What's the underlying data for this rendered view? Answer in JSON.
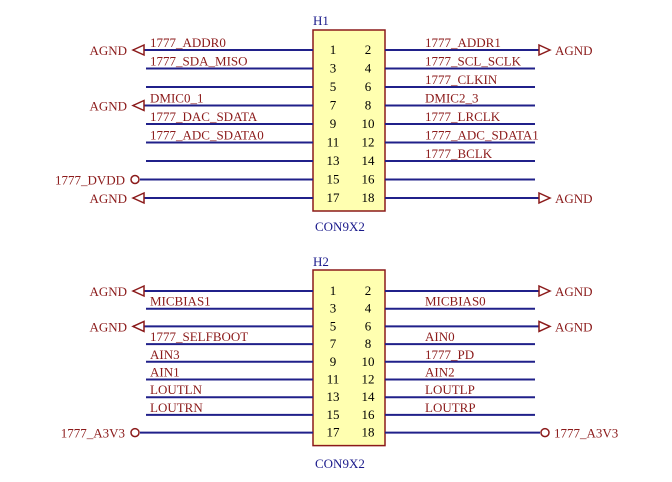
{
  "connectors": [
    {
      "ref": "H1",
      "part": "CON9X2",
      "rows": [
        {
          "lp": "1",
          "rp": "2",
          "ln": "1777_ADDR0",
          "rn": "1777_ADDR1",
          "lport": "AGND",
          "rport": "AGND"
        },
        {
          "lp": "3",
          "rp": "4",
          "ln": "1777_SDA_MISO",
          "rn": "1777_SCL_SCLK",
          "lport": "",
          "rport": ""
        },
        {
          "lp": "5",
          "rp": "6",
          "ln": "",
          "rn": "1777_CLKIN",
          "lport": "",
          "rport": ""
        },
        {
          "lp": "7",
          "rp": "8",
          "ln": "DMIC0_1",
          "rn": "DMIC2_3",
          "lport": "AGND",
          "rport": ""
        },
        {
          "lp": "9",
          "rp": "10",
          "ln": "1777_DAC_SDATA",
          "rn": "1777_LRCLK",
          "lport": "",
          "rport": ""
        },
        {
          "lp": "11",
          "rp": "12",
          "ln": "1777_ADC_SDATA0",
          "rn": "1777_ADC_SDATA1",
          "lport": "",
          "rport": ""
        },
        {
          "lp": "13",
          "rp": "14",
          "ln": "",
          "rn": "1777_BCLK",
          "lport": "",
          "rport": ""
        },
        {
          "lp": "15",
          "rp": "16",
          "ln": "",
          "rn": "",
          "lport": "1777_DVDD",
          "rport": ""
        },
        {
          "lp": "17",
          "rp": "18",
          "ln": "",
          "rn": "",
          "lport": "AGND",
          "rport": "AGND"
        }
      ]
    },
    {
      "ref": "H2",
      "part": "CON9X2",
      "rows": [
        {
          "lp": "1",
          "rp": "2",
          "ln": "",
          "rn": "",
          "lport": "AGND",
          "rport": "AGND"
        },
        {
          "lp": "3",
          "rp": "4",
          "ln": "MICBIAS1",
          "rn": "MICBIAS0",
          "lport": "",
          "rport": ""
        },
        {
          "lp": "5",
          "rp": "6",
          "ln": "",
          "rn": "",
          "lport": "AGND",
          "rport": "AGND"
        },
        {
          "lp": "7",
          "rp": "8",
          "ln": "1777_SELFBOOT",
          "rn": "AIN0",
          "lport": "",
          "rport": ""
        },
        {
          "lp": "9",
          "rp": "10",
          "ln": "AIN3",
          "rn": "1777_PD",
          "lport": "",
          "rport": ""
        },
        {
          "lp": "11",
          "rp": "12",
          "ln": "AIN1",
          "rn": "AIN2",
          "lport": "",
          "rport": ""
        },
        {
          "lp": "13",
          "rp": "14",
          "ln": "LOUTLN",
          "rn": "LOUTLP",
          "lport": "",
          "rport": ""
        },
        {
          "lp": "15",
          "rp": "16",
          "ln": "LOUTRN",
          "rn": "LOUTRP",
          "lport": "",
          "rport": ""
        },
        {
          "lp": "17",
          "rp": "18",
          "ln": "",
          "rn": "",
          "lport": "1777_A3V3",
          "rport": "1777_A3V3"
        }
      ]
    }
  ]
}
